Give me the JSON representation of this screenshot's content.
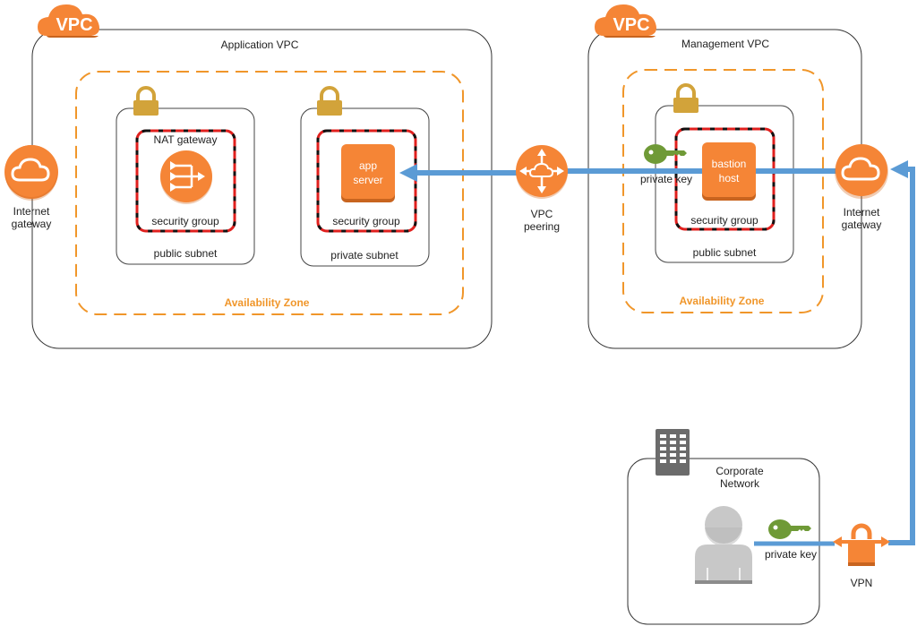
{
  "colors": {
    "aws_orange": "#f58536",
    "az_orange": "#f0962a",
    "lock_gold": "#d2a33a",
    "key_green": "#6f9a37",
    "connector_blue": "#5b9bd5",
    "security_red": "#e0201e",
    "person_gray": "#c8c8c8",
    "building_gray": "#6b6b6b"
  },
  "app_vpc": {
    "badge": "VPC",
    "title": "Application VPC",
    "availability_zone": "Availability Zone",
    "public_subnet": {
      "label": "public subnet",
      "security_group": "security group",
      "resource": "NAT gateway",
      "icon": "nat-gateway-icon"
    },
    "private_subnet": {
      "label": "private subnet",
      "security_group": "security group",
      "resource_line1": "app",
      "resource_line2": "server"
    },
    "internet_gateway": {
      "line1": "Internet",
      "line2": "gateway"
    }
  },
  "vpc_peering": {
    "line1": "VPC",
    "line2": "peering"
  },
  "mgmt_vpc": {
    "badge": "VPC",
    "title": "Management VPC",
    "availability_zone": "Availability Zone",
    "public_subnet": {
      "label": "public subnet",
      "security_group": "security group",
      "resource_line1": "bastion",
      "resource_line2": "host",
      "key_label": "private key"
    },
    "internet_gateway": {
      "line1": "Internet",
      "line2": "gateway"
    }
  },
  "corporate": {
    "line1": "Corporate",
    "line2": "Network",
    "key_label": "private key",
    "vpn_label": "VPN"
  }
}
